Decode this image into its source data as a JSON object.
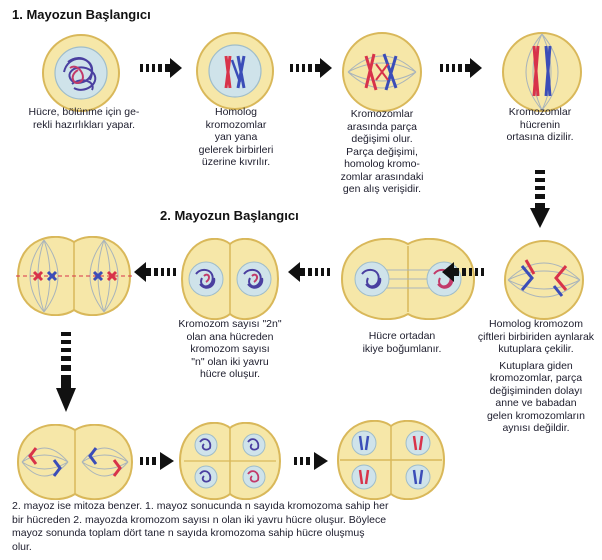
{
  "section1": {
    "title": "1. Mayozun Başlangıcı"
  },
  "section2": {
    "title": "2. Mayozun Başlangıcı"
  },
  "captions": {
    "c1": [
      "Hücre, bölünme için ge-",
      "rekli hazırlıkları yapar."
    ],
    "c2": [
      "Homolog",
      "kromozomlar",
      "yan yana",
      "gelerek birbirleri",
      "üzerine kıvrılır."
    ],
    "c3": [
      "Kromozomlar",
      "arasında parça",
      "değişimi olur.",
      "Parça değişimi,",
      "homolog kromo-",
      "zomlar arasındaki",
      "gen alış verişidir."
    ],
    "c4": [
      "Kromozomlar",
      "hücrenin",
      "ortasına dizilir."
    ],
    "c5": [
      "Homolog kromozom",
      "çiftleri birbiriden aynlarak",
      "kutuplara çekilir.",
      "Kutuplara giden",
      "kromozomlar, parça",
      "değişiminden dolayı",
      "anne ve babadan",
      "gelen kromozomların",
      "aynısı değildir."
    ],
    "c6": [
      "Hücre ortadan",
      "ikiye boğumlanır."
    ],
    "c7": [
      "Kromozom sayısı \"2n\"",
      "olan ana hücreden",
      "kromozom sayısı",
      "\"n\" olan iki yavru",
      "hücre oluşur."
    ]
  },
  "footer": [
    "2. mayoz ise mitoza benzer. 1. mayoz sonucunda n sayıda kromozoma sahip her",
    "bir hücreden 2. mayozda kromozom sayısı n olan iki yavru hücre oluşur. Böylece",
    "mayoz sonunda toplam dört tane n sayıda kromozoma sahip hücre oluşmuş",
    "olur."
  ],
  "colors": {
    "cytoplasm": "#f6e7a8",
    "membrane": "#d9b85a",
    "nucleus": "#cfe3ea",
    "chromosome_red": "#d8334a",
    "chromosome_blue": "#3b4db8",
    "spindle": "#a9b4bb",
    "arrow": "#111111"
  }
}
